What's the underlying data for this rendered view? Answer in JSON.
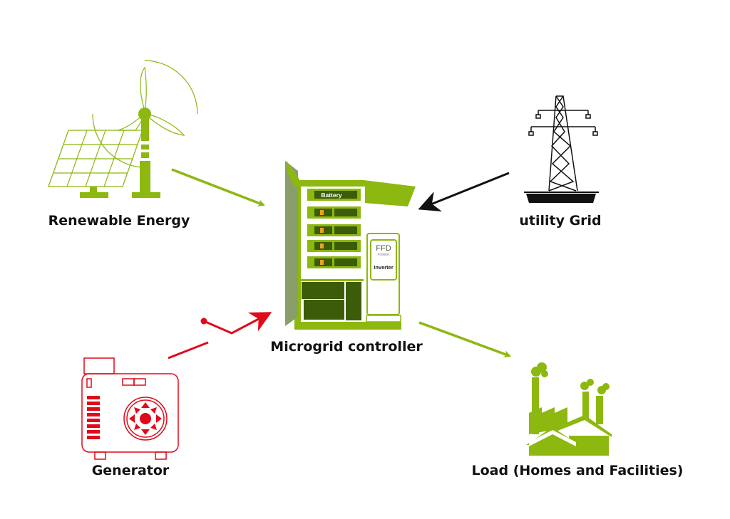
{
  "colors": {
    "green": "#8cb80f",
    "dark_green": "#3d5c0a",
    "red": "#e00a1a",
    "black": "#111111"
  },
  "nodes": {
    "renewable": {
      "label": "Renewable Energy",
      "icon": "solar-wind-icon"
    },
    "grid": {
      "label": "utility Grid",
      "icon": "transmission-tower-icon"
    },
    "controller": {
      "label": "Microgrid controller",
      "icon": "cabinet-icon",
      "battery_label": "Battery",
      "brand": "FFD",
      "brand_sub": "POWER",
      "inverter_label": "Inverter"
    },
    "generator": {
      "label": "Generator",
      "icon": "generator-icon"
    },
    "load": {
      "label": "Load (Homes and Facilities)",
      "icon": "factory-icon"
    }
  },
  "edges": [
    {
      "from": "Renewable Energy",
      "to": "Microgrid controller",
      "color": "#8cb80f"
    },
    {
      "from": "utility Grid",
      "to": "Microgrid controller",
      "color": "#111111"
    },
    {
      "from": "Generator",
      "to": "Microgrid controller",
      "color": "#e00a1a",
      "via": "switch"
    },
    {
      "from": "Microgrid controller",
      "to": "Load (Homes and Facilities)",
      "color": "#8cb80f"
    }
  ]
}
